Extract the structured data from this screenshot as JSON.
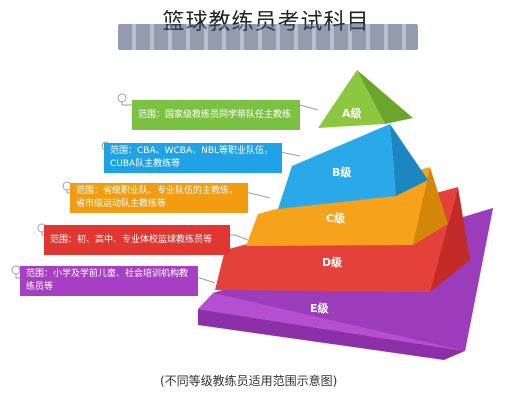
{
  "title": "篮球教练员考试科目",
  "levels": [
    {
      "label": "A级",
      "text": "范围：国家级教练员同学带队任主教练",
      "color": "#7cc242"
    },
    {
      "label": "B级",
      "text": "范围：CBA、WCBA、NBL等职业队伍，CUBA队主教练等",
      "color": "#1fa3e6"
    },
    {
      "label": "C级",
      "text": "范围：省级职业队、专业队伍的主教练，省市级运动队主教练等",
      "color": "#f39c12"
    },
    {
      "label": "D级",
      "text": "范围：初、高中、专业体校篮球教练员等",
      "color": "#e13632"
    },
    {
      "label": "E级",
      "text": "范围：小学及学前儿童、社会培训机构教练员等",
      "color": "#a63fc3"
    }
  ],
  "caption": "(不同等级教练员适用范围示意图)"
}
